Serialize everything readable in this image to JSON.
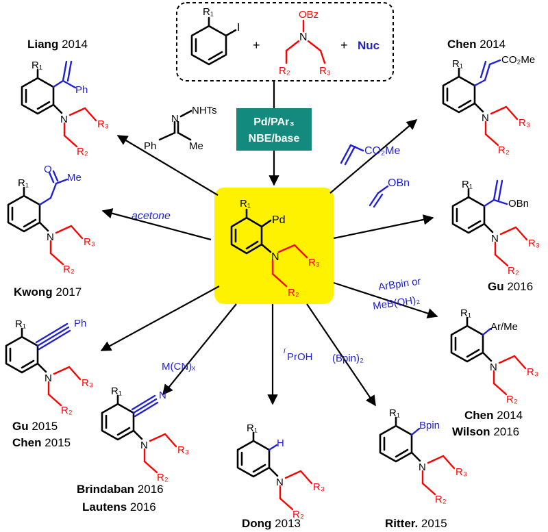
{
  "colors": {
    "reagent": "#1f1fd6",
    "amine": "#ff0000",
    "core": "#fff200",
    "conditions_box": "#138a7d"
  },
  "top": {
    "r1": "R₁",
    "iodo": "I",
    "plus1": "+",
    "plus2": "+",
    "obz": "OBz",
    "n": "N",
    "r2": "R₂",
    "r3": "R₃",
    "nuc": "Nuc"
  },
  "conditions": {
    "line1": "Pd/PAr₃",
    "line2": "NBE/base"
  },
  "center": {
    "r1": "R₁",
    "pd": "Pd",
    "n": "N",
    "r2": "R₂",
    "r3": "R₃"
  },
  "reagents": {
    "hydrazone_nhts": "NHTs",
    "hydrazone_n": "N",
    "hydrazone_ph": "Ph",
    "hydrazone_me": "Me",
    "acrylate": "CO₂Me",
    "acetone": "acetone",
    "vinyl_ether": "OBn",
    "arbpin_line1": "ArBpin or",
    "arbpin_line2": "MeB(OH)₂",
    "cyanide": "M(CN)ₓ",
    "ipa_prefix": "i",
    "ipa": "PrOH",
    "bpin2": "(Bpin)₂"
  },
  "products": {
    "liang": {
      "author": "Liang",
      "year": "2014",
      "r1": "R₁",
      "ph": "Ph",
      "n": "N",
      "r2": "R₂",
      "r3": "R₃"
    },
    "kwong": {
      "author": "Kwong",
      "year": "2017",
      "r1": "R₁",
      "o": "O",
      "me": "Me",
      "n": "N",
      "r2": "R₂",
      "r3": "R₃"
    },
    "gu_chen": {
      "author1": "Gu",
      "year1": "2015",
      "author2": "Chen",
      "year2": "2015",
      "r1": "R₁",
      "ph": "Ph",
      "n": "N",
      "r2": "R₂",
      "r3": "R₃"
    },
    "brindaban": {
      "author1": "Brindaban",
      "year1": "2016",
      "author2": "Lautens",
      "year2": "2016",
      "r1": "R₁",
      "cn_n": "N",
      "n": "N",
      "r2": "R₂",
      "r3": "R₃"
    },
    "dong": {
      "author": "Dong",
      "year": "2013",
      "r1": "R₁",
      "h": "H",
      "n": "N",
      "r2": "R₂",
      "r3": "R₃"
    },
    "ritter": {
      "author": "Ritter.",
      "year": "2015",
      "r1": "R₁",
      "bpin": "Bpin",
      "n": "N",
      "r2": "R₂",
      "r3": "R₃"
    },
    "chen_wilson": {
      "author1": "Chen",
      "year1": "2014",
      "author2": "Wilson",
      "year2": "2016",
      "r1": "R₁",
      "armeto": "Ar/Me",
      "n": "N",
      "r2": "R₂",
      "r3": "R₃"
    },
    "gu2016": {
      "author": "Gu",
      "year": "2016",
      "r1": "R₁",
      "obn": "OBn",
      "n": "N",
      "r2": "R₂",
      "r3": "R₃"
    },
    "chen2014": {
      "author": "Chen",
      "year": "2014",
      "r1": "R₁",
      "co2me": "CO₂Me",
      "n": "N",
      "r2": "R₂",
      "r3": "R₃"
    }
  }
}
